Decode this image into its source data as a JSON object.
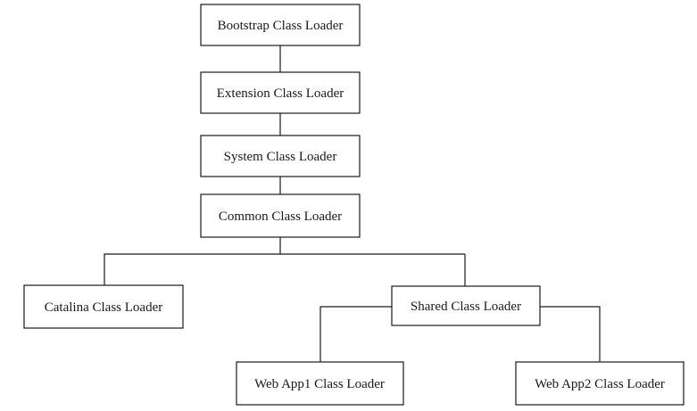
{
  "diagram": {
    "type": "tree",
    "nodes": {
      "bootstrap": "Bootstrap Class Loader",
      "extension": "Extension Class Loader",
      "system": "System Class Loader",
      "common": "Common Class Loader",
      "catalina": "Catalina Class Loader",
      "shared": "Shared Class Loader",
      "webapp1": "Web App1 Class Loader",
      "webapp2": "Web App2 Class Loader"
    },
    "edges": [
      [
        "bootstrap",
        "extension"
      ],
      [
        "extension",
        "system"
      ],
      [
        "system",
        "common"
      ],
      [
        "common",
        "catalina"
      ],
      [
        "common",
        "shared"
      ],
      [
        "shared",
        "webapp1"
      ],
      [
        "shared",
        "webapp2"
      ]
    ],
    "colors": {
      "stroke": "#1a1a1a",
      "background": "#ffffff"
    }
  }
}
